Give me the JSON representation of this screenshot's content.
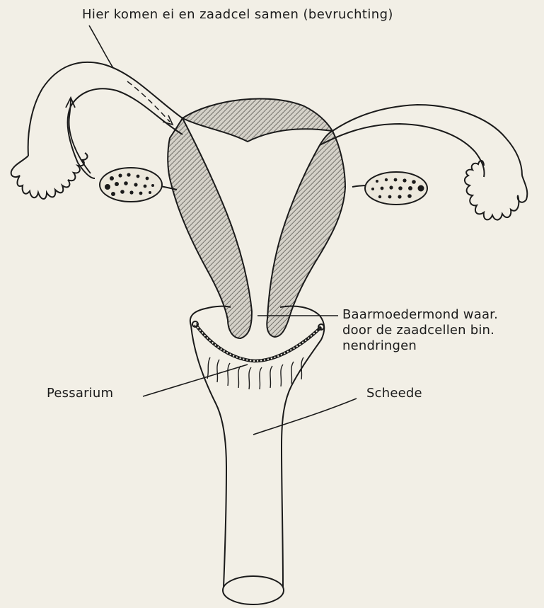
{
  "labels": {
    "fertilization": "Hier komen ei en zaadcel samen (bevruchting)",
    "cervix_line1": "Baarmoedermond waar.",
    "cervix_line2": "door de zaadcellen bin.",
    "cervix_line3": "nendringen",
    "pessary": "Pessarium",
    "vagina": "Scheede"
  },
  "colors": {
    "paper": "#f2efe6",
    "ink": "#1b1b1b",
    "hatch_fill": "#9a978f"
  }
}
